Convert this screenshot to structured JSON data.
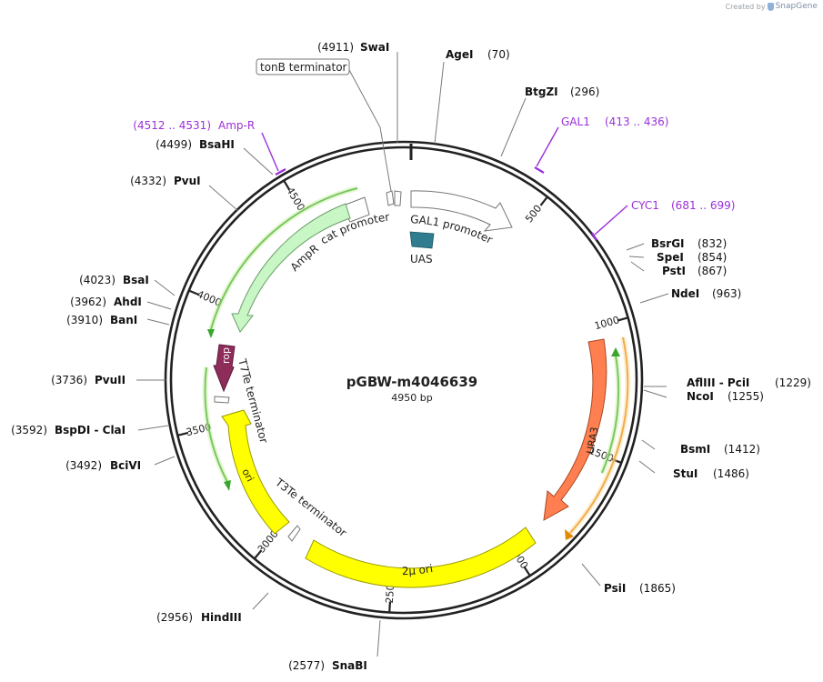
{
  "credit": {
    "prefix": "Created by",
    "brand": "SnapGene"
  },
  "plasmid": {
    "name": "pGBW-m4046639",
    "size_label": "4950 bp",
    "length": 4950
  },
  "ticks": [
    {
      "pos": 500,
      "label": "500"
    },
    {
      "pos": 1000,
      "label": "1000"
    },
    {
      "pos": 1500,
      "label": "1500"
    },
    {
      "pos": 2000,
      "label": "2000"
    },
    {
      "pos": 2500,
      "label": "2500"
    },
    {
      "pos": 3000,
      "label": "3000"
    },
    {
      "pos": 3500,
      "label": "3500"
    },
    {
      "pos": 4000,
      "label": "4000"
    },
    {
      "pos": 4500,
      "label": "4500"
    }
  ],
  "sites": [
    {
      "name": "SwaI",
      "pos_label": "(4911)"
    },
    {
      "name": "AgeI",
      "pos_label": "(70)"
    },
    {
      "name": "BtgZI",
      "pos_label": "(296)"
    },
    {
      "name": "BsrGI",
      "pos_label": "(832)"
    },
    {
      "name": "SpeI",
      "pos_label": "(854)"
    },
    {
      "name": "PstI",
      "pos_label": "(867)"
    },
    {
      "name": "NdeI",
      "pos_label": "(963)"
    },
    {
      "name": "AflIII - PciI",
      "pos_label": "(1229)"
    },
    {
      "name": "NcoI",
      "pos_label": "(1255)"
    },
    {
      "name": "BsmI",
      "pos_label": "(1412)"
    },
    {
      "name": "StuI",
      "pos_label": "(1486)"
    },
    {
      "name": "PsiI",
      "pos_label": "(1865)"
    },
    {
      "name": "SnaBI",
      "pos_label": "(2577)"
    },
    {
      "name": "HindIII",
      "pos_label": "(2956)"
    },
    {
      "name": "BciVI",
      "pos_label": "(3492)"
    },
    {
      "name": "BspDI - ClaI",
      "pos_label": "(3592)"
    },
    {
      "name": "PvuII",
      "pos_label": "(3736)"
    },
    {
      "name": "BanI",
      "pos_label": "(3910)"
    },
    {
      "name": "AhdI",
      "pos_label": "(3962)"
    },
    {
      "name": "BsaI",
      "pos_label": "(4023)"
    },
    {
      "name": "PvuI",
      "pos_label": "(4332)"
    },
    {
      "name": "BsaHI",
      "pos_label": "(4499)"
    }
  ],
  "primers": [
    {
      "name": "GAL1",
      "range_label": "(413 .. 436)"
    },
    {
      "name": "CYC1",
      "range_label": "(681 .. 699)"
    },
    {
      "name": "Amp-R",
      "range_label": "(4512 .. 4531)"
    }
  ],
  "features": {
    "tonb": "tonB terminator",
    "gal1": "GAL1 promoter",
    "uas": "UAS",
    "cat": "cat promoter",
    "ampr": "AmpR",
    "rop": "rop",
    "t7te": "T7Te terminator",
    "ori": "ori",
    "t3te": "T3Te terminator",
    "two_mu": "2μ ori",
    "ura3": "URA3"
  },
  "colors": {
    "backbone": "#222222",
    "primer": "#9b30d9",
    "ampr_fill": "#c8f7c5",
    "rop_fill": "#8e2d5a",
    "ori_fill": "#ffff00",
    "ura3_fill": "#ff7f50",
    "uas_fill": "#2f7d8f",
    "orf_green": "#3aa62f",
    "orf_orange": "#e08a00"
  }
}
